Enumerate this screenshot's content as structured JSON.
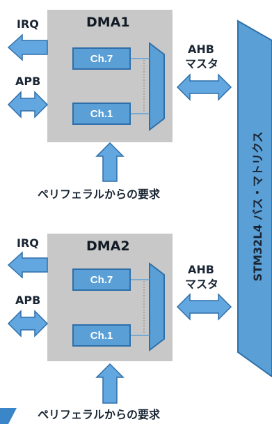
{
  "bus_label": "STM32L4 バス・マトリクス",
  "dma_blocks": [
    {
      "title": "DMA1",
      "irq_label": "IRQ",
      "apb_label": "APB",
      "ahb_label": "AHB",
      "master_label": "マスタ",
      "channels": [
        "Ch.7",
        "Ch.1"
      ],
      "request_label": "ペリフェラルからの要求"
    },
    {
      "title": "DMA2",
      "irq_label": "IRQ",
      "apb_label": "APB",
      "ahb_label": "AHB",
      "master_label": "マスタ",
      "channels": [
        "Ch.7",
        "Ch.1"
      ],
      "request_label": "ペリフェラルからの要求"
    }
  ],
  "colors": {
    "block_fill": "#c8c8c8",
    "channel_fill": "#5a9fd6",
    "arrow_fill": "#62a7e0",
    "arrow_stroke": "#2f6fa8",
    "bus_fill": "#5a9fd6"
  }
}
